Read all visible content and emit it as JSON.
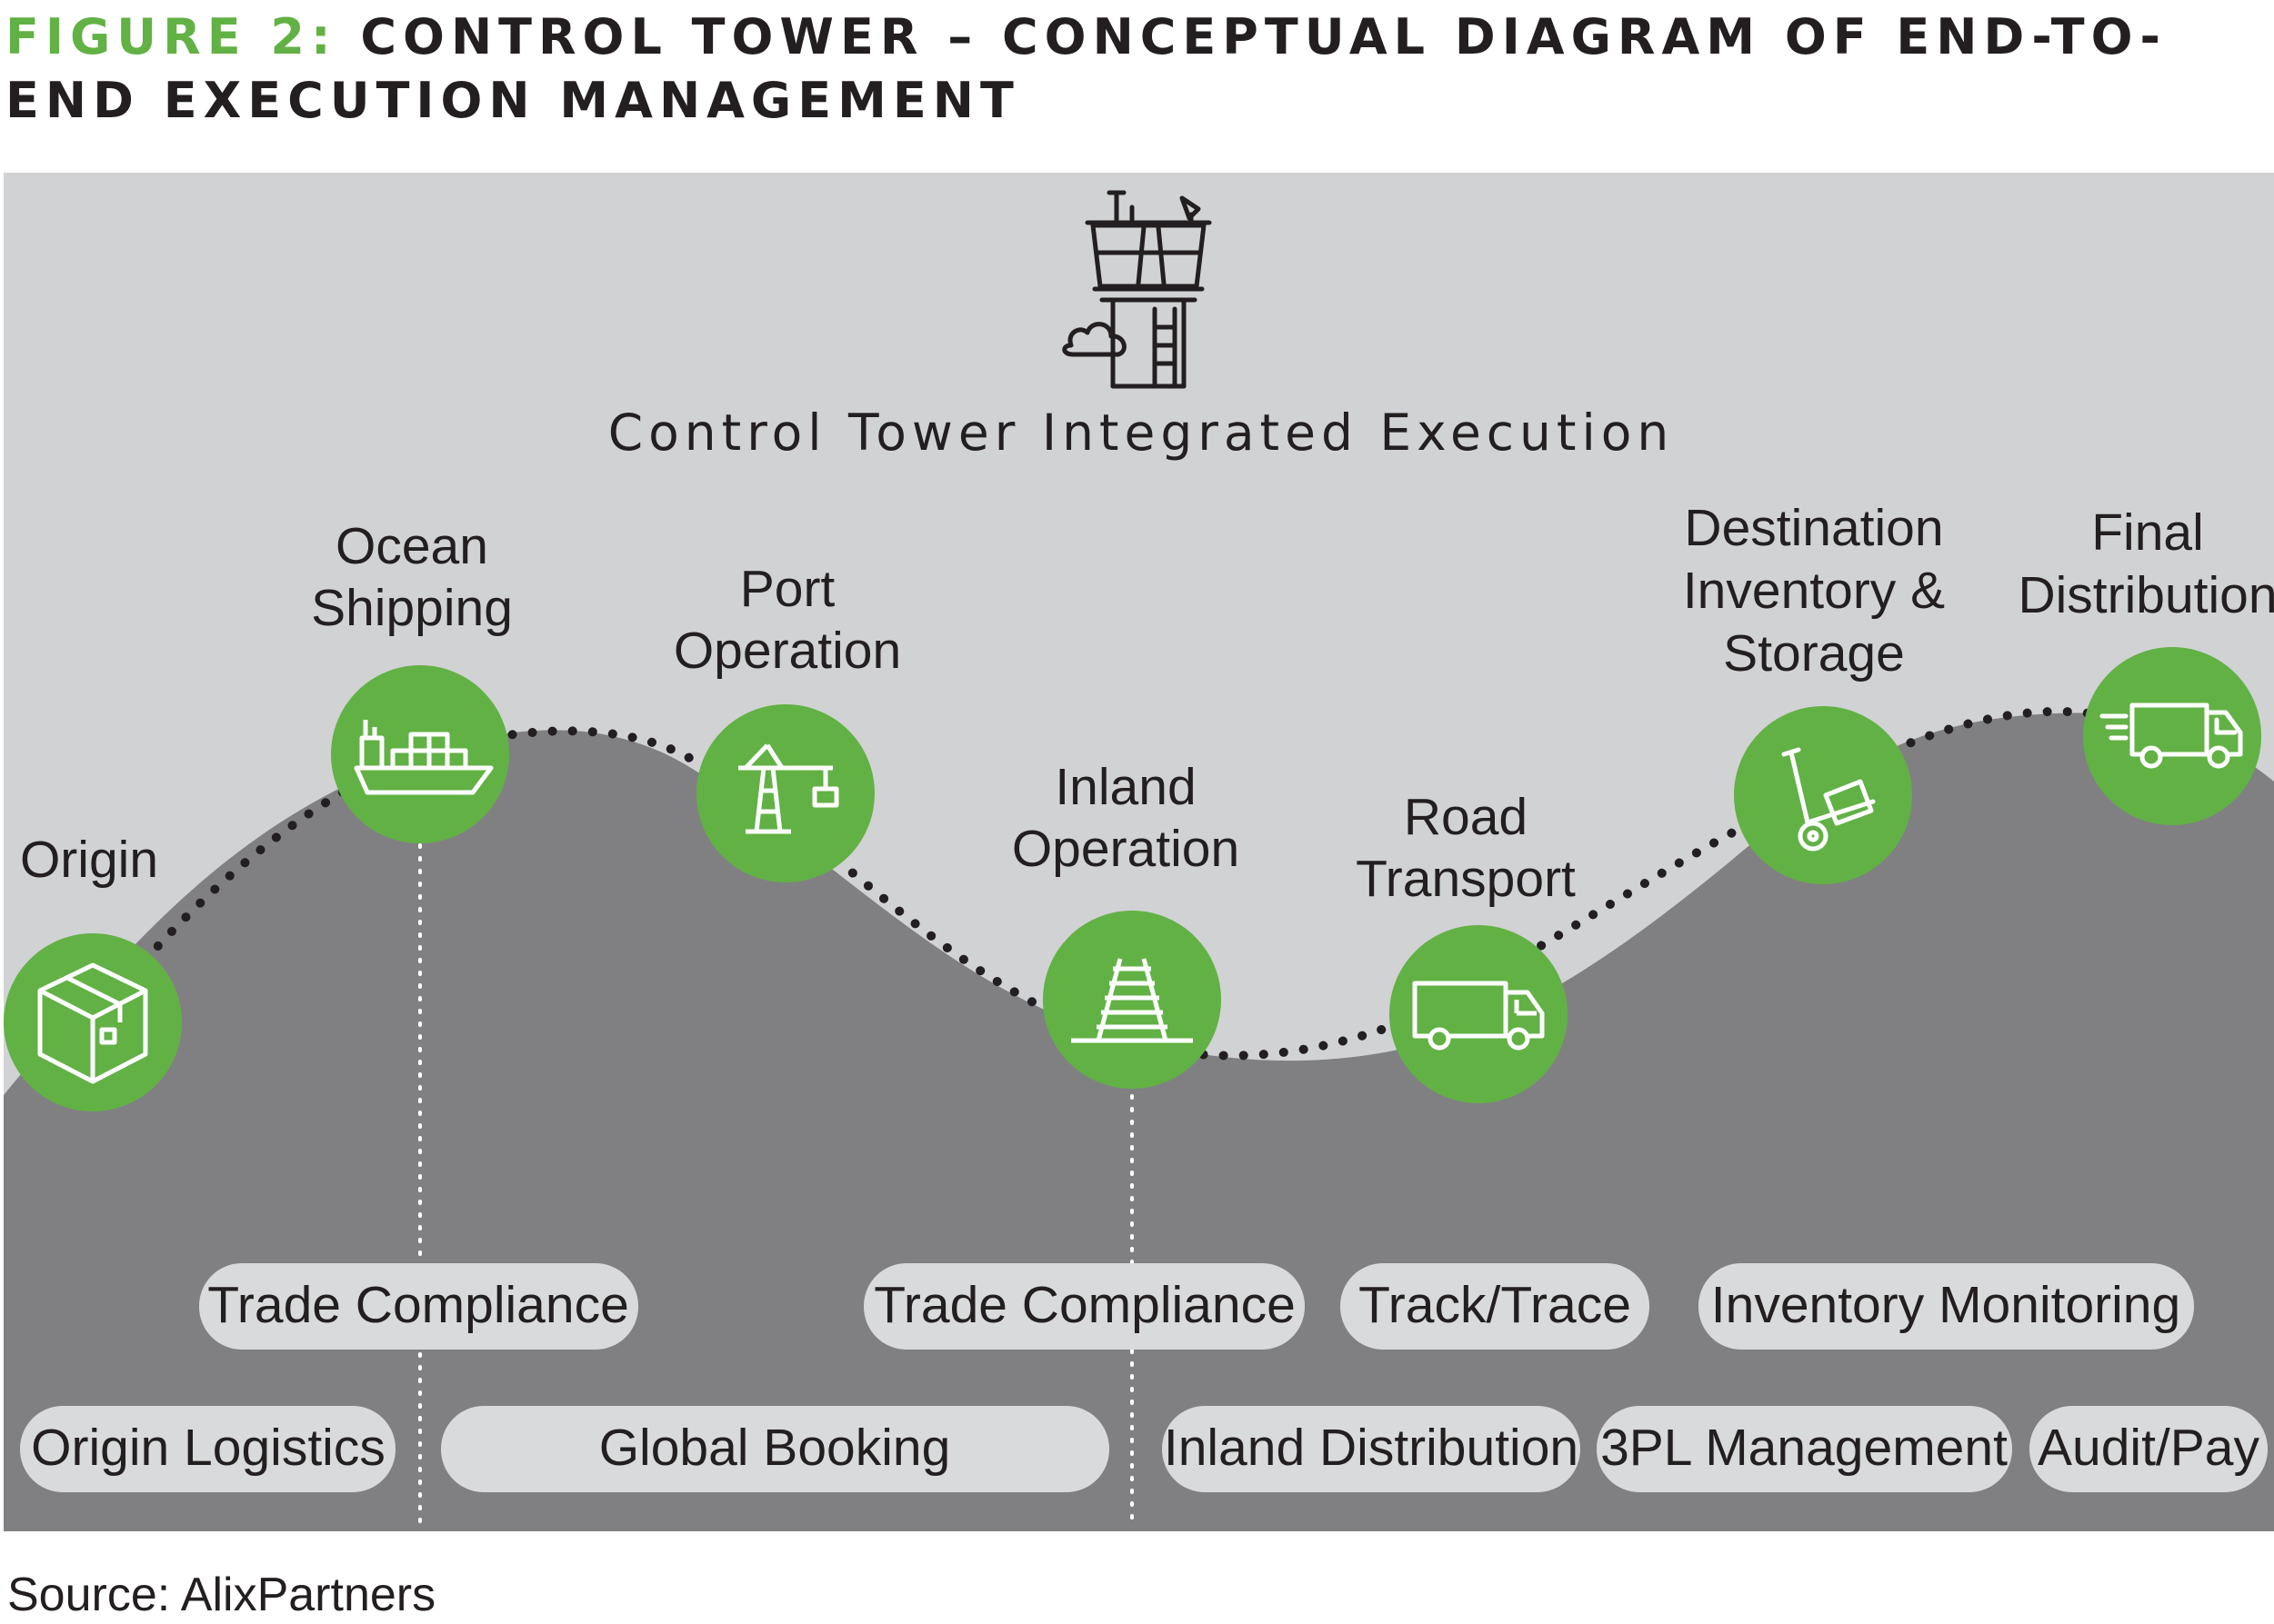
{
  "title": {
    "prefix": "FIGURE 2:",
    "text": "CONTROL TOWER – CONCEPTUAL DIAGRAM OF END-TO-END EXECUTION MANAGEMENT"
  },
  "center_label": "Control Tower Integrated Execution",
  "stages": [
    {
      "id": "origin",
      "lines": [
        "Origin"
      ],
      "icon": "package-box-icon"
    },
    {
      "id": "ocean-shipping",
      "lines": [
        "Ocean",
        "Shipping"
      ],
      "icon": "cargo-ship-icon"
    },
    {
      "id": "port-operation",
      "lines": [
        "Port",
        "Operation"
      ],
      "icon": "port-crane-icon"
    },
    {
      "id": "inland-operation",
      "lines": [
        "Inland",
        "Operation"
      ],
      "icon": "rail-track-icon"
    },
    {
      "id": "road-transport",
      "lines": [
        "Road",
        "Transport"
      ],
      "icon": "truck-icon"
    },
    {
      "id": "destination-inventory",
      "lines": [
        "Destination",
        "Inventory &",
        "Storage"
      ],
      "icon": "hand-truck-icon"
    },
    {
      "id": "final-distribution",
      "lines": [
        "Final",
        "Distribution"
      ],
      "icon": "delivery-truck-icon"
    }
  ],
  "capabilities_row1": [
    "Trade Compliance",
    "Trade Compliance",
    "Track/Trace",
    "Inventory Monitoring"
  ],
  "capabilities_row2": [
    "Origin Logistics",
    "Global Booking",
    "Inland Distribution",
    "3PL Management",
    "Audit/Pay"
  ],
  "source": "Source: AlixPartners",
  "colors": {
    "accent_green": "#62b145",
    "background_gray": "#d1d2d4",
    "hill_gray": "#808083",
    "pill_fill": "#d9dadb",
    "text": "#231f20"
  }
}
